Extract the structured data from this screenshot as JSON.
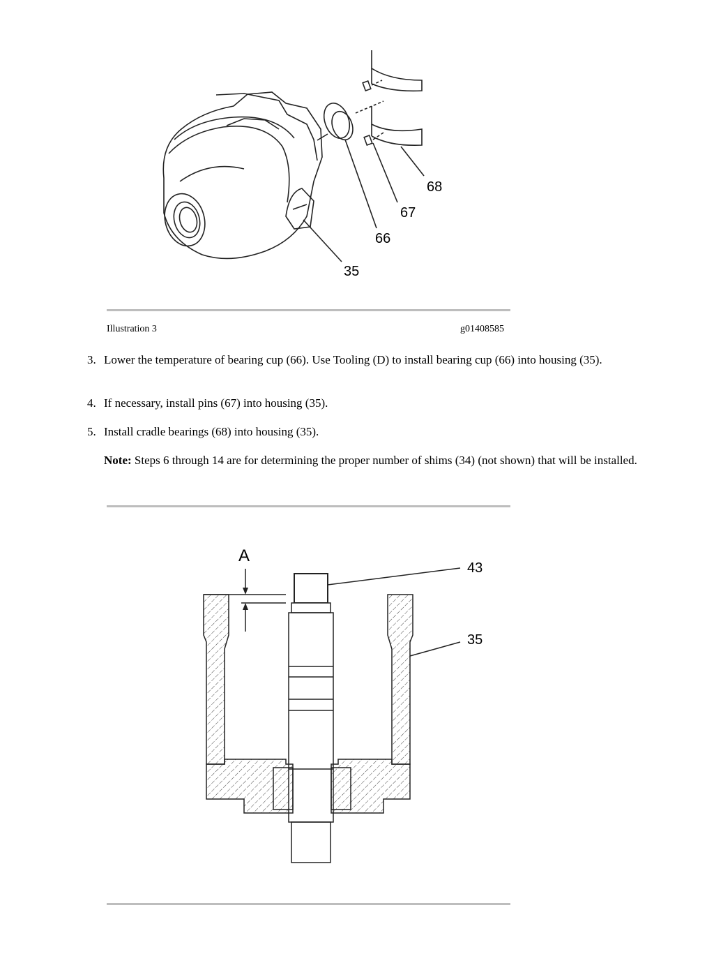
{
  "illustration3": {
    "caption": "Illustration 3",
    "figure_id": "g01408585",
    "callouts": {
      "c68": "68",
      "c67": "67",
      "c66": "66",
      "c35": "35"
    }
  },
  "steps": [
    {
      "number": "3.",
      "text": "Lower the temperature of bearing cup (66). Use Tooling (D) to install bearing cup (66) into housing (35)."
    },
    {
      "number": "4.",
      "text": "If necessary, install pins (67) into housing (35)."
    },
    {
      "number": "5.",
      "text": "Install cradle bearings (68) into housing (35)."
    }
  ],
  "note": {
    "label": "Note:",
    "text": " Steps 6 through 14 are for determining the proper number of shims (34) (not shown) that will be installed."
  },
  "illustration4": {
    "callouts": {
      "dimA": "A",
      "c43": "43",
      "c35": "35"
    }
  }
}
